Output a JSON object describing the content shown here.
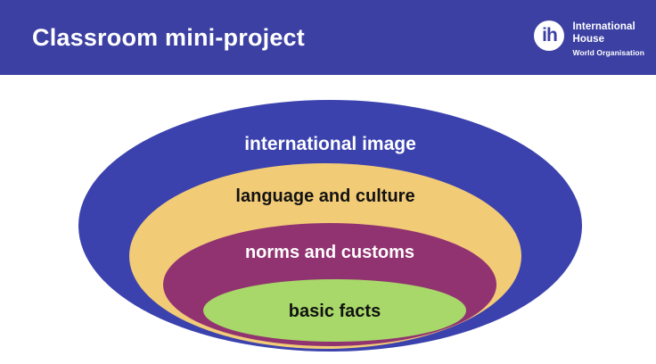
{
  "header": {
    "title": "Classroom mini-project",
    "bg_color": "#3c40a2",
    "text_color": "#ffffff",
    "logo": {
      "monogram": "ih",
      "monogram_color": "#3c40a2",
      "name_line1": "International",
      "name_line2": "House",
      "tagline": "World Organisation"
    }
  },
  "diagram": {
    "type": "nested-ellipses",
    "layers": [
      {
        "label": "international image",
        "color": "#3b42ad",
        "text_color": "#ffffff"
      },
      {
        "label": "language and culture",
        "color": "#f2cb77",
        "text_color": "#121212"
      },
      {
        "label": "norms and customs",
        "color": "#913370",
        "text_color": "#ffffff"
      },
      {
        "label": "basic facts",
        "color": "#a7d869",
        "text_color": "#121212"
      }
    ]
  }
}
